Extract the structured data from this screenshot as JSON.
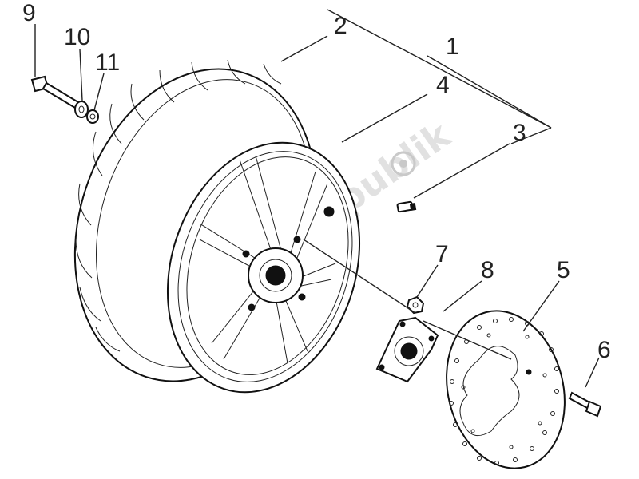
{
  "diagram": {
    "watermark": "PartsRepublik",
    "callouts": [
      {
        "id": "1",
        "label": "1"
      },
      {
        "id": "2",
        "label": "2"
      },
      {
        "id": "3",
        "label": "3"
      },
      {
        "id": "4",
        "label": "4"
      },
      {
        "id": "5",
        "label": "5"
      },
      {
        "id": "6",
        "label": "6"
      },
      {
        "id": "7",
        "label": "7"
      },
      {
        "id": "8",
        "label": "8"
      },
      {
        "id": "9",
        "label": "9"
      },
      {
        "id": "10",
        "label": "10"
      },
      {
        "id": "11",
        "label": "11"
      }
    ]
  }
}
